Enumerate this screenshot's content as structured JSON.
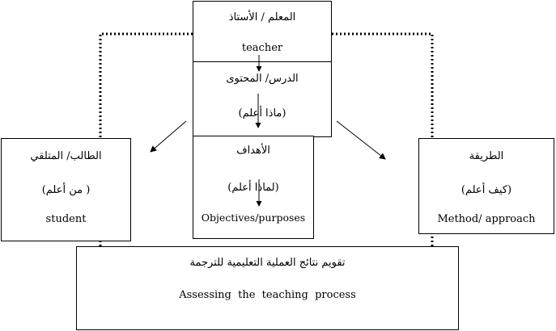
{
  "teacher": {
    "arabic": "المعلم / الأستاذ",
    "english": "teacher"
  },
  "lesson": {
    "arabic": "الدرس/ المحتوى",
    "question": "(ماذا أعلم)"
  },
  "objectives": {
    "arabic": "الأهداف",
    "question": "(لماذا أعلم)",
    "english": "Objectives/purposes"
  },
  "student": {
    "arabic": "الطالب/ المتلقي",
    "question": "( من أعلم)",
    "english": "student"
  },
  "method": {
    "arabic": "الطريقة",
    "question": "(كيف أعلم)",
    "english": "Method/ approach"
  },
  "assessment": {
    "arabic": "تقويم نتائج العملية التعليمية للترجمة",
    "english": "Assessing  the  teaching  process"
  }
}
